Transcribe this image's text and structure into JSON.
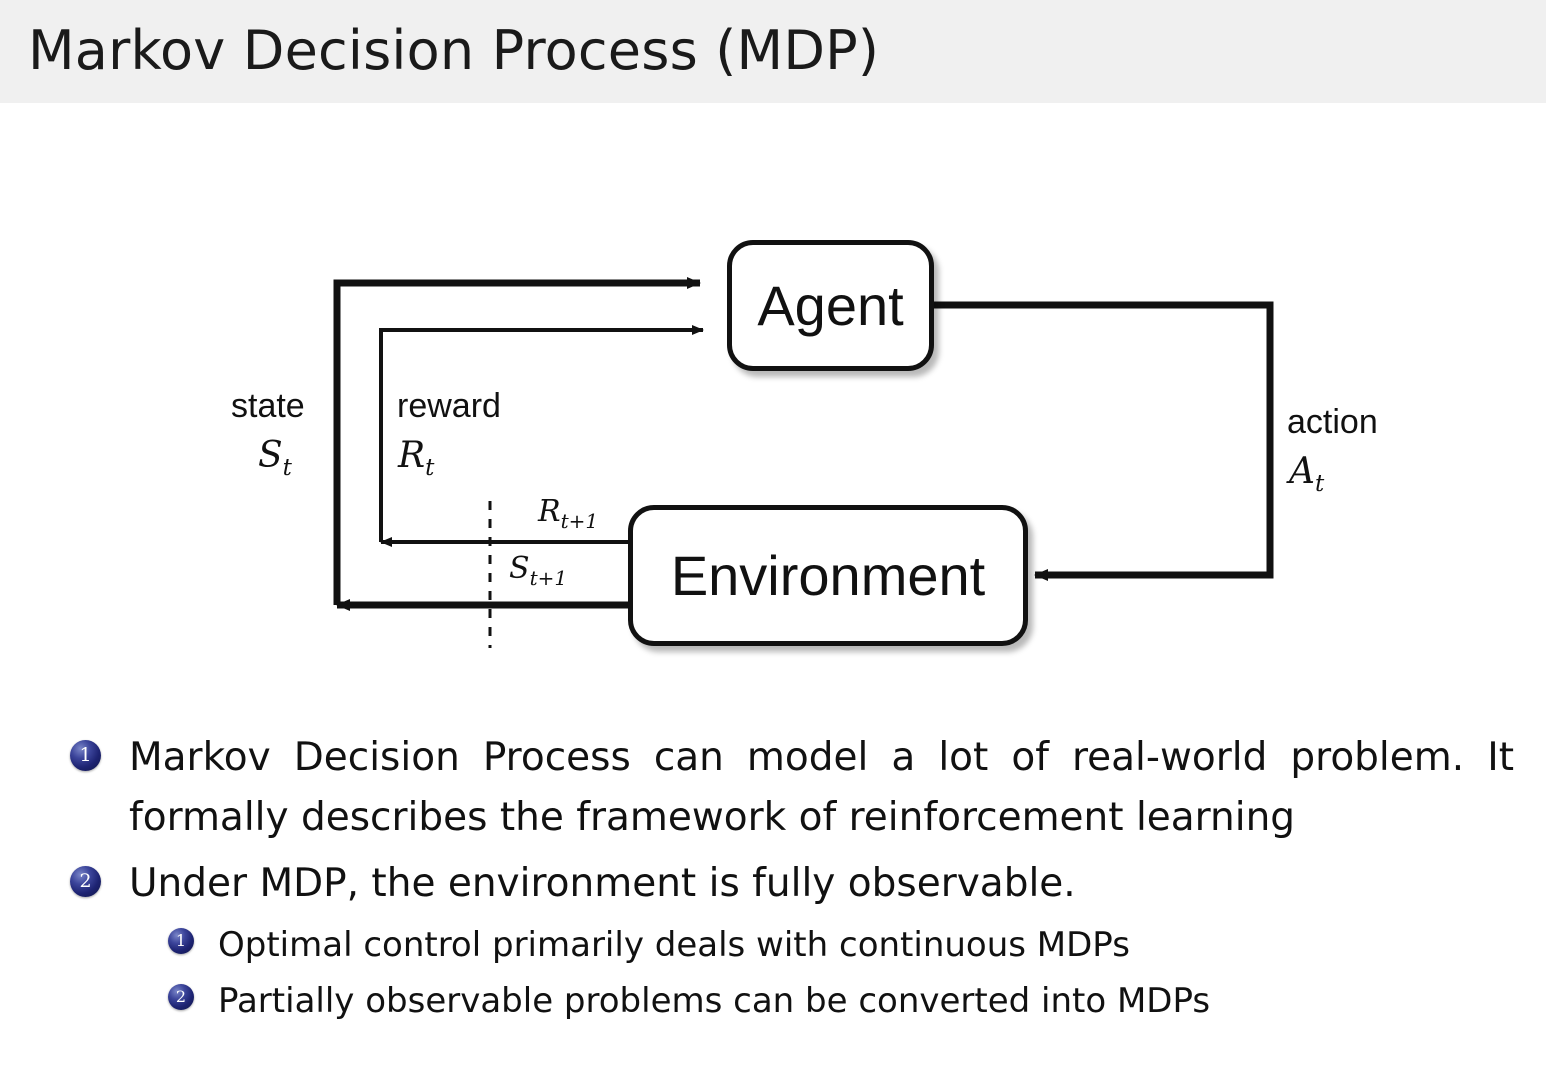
{
  "header": {
    "title": "Markov Decision Process (MDP)",
    "background_color": "#f0f0f0"
  },
  "diagram": {
    "name": "agent-environment-interaction-loop",
    "nodes": {
      "agent": "Agent",
      "environment": "Environment"
    },
    "labels": {
      "state_word": "state",
      "state_symbol": "S",
      "state_subscript": "t",
      "reward_word": "reward",
      "reward_symbol": "R",
      "reward_subscript": "t",
      "action_word": "action",
      "action_symbol": "A",
      "action_subscript": "t",
      "reward_next_symbol": "R",
      "reward_next_subscript": "t+1",
      "state_next_symbol": "S",
      "state_next_subscript": "t+1"
    },
    "edges": [
      {
        "from": "environment",
        "to": "agent",
        "label": "state S_t"
      },
      {
        "from": "environment",
        "to": "agent",
        "label": "reward R_t"
      },
      {
        "from": "agent",
        "to": "environment",
        "label": "action A_t"
      },
      {
        "from": "environment",
        "to": "boundary",
        "label": "R_t+1"
      },
      {
        "from": "environment",
        "to": "boundary",
        "label": "S_t+1"
      }
    ],
    "line_color": "#111111",
    "box_fill": "#ffffff"
  },
  "bullets": {
    "badge_color": "#1d2372",
    "items": [
      {
        "number": "1",
        "text": "Markov Decision Process can model a lot of real-world problem. It formally describes the framework of reinforcement learning",
        "children": []
      },
      {
        "number": "2",
        "text": "Under MDP, the environment is fully observable.",
        "children": [
          {
            "number": "1",
            "text": "Optimal control primarily deals with continuous MDPs"
          },
          {
            "number": "2",
            "text": "Partially observable problems can be converted into MDPs"
          }
        ]
      }
    ]
  }
}
